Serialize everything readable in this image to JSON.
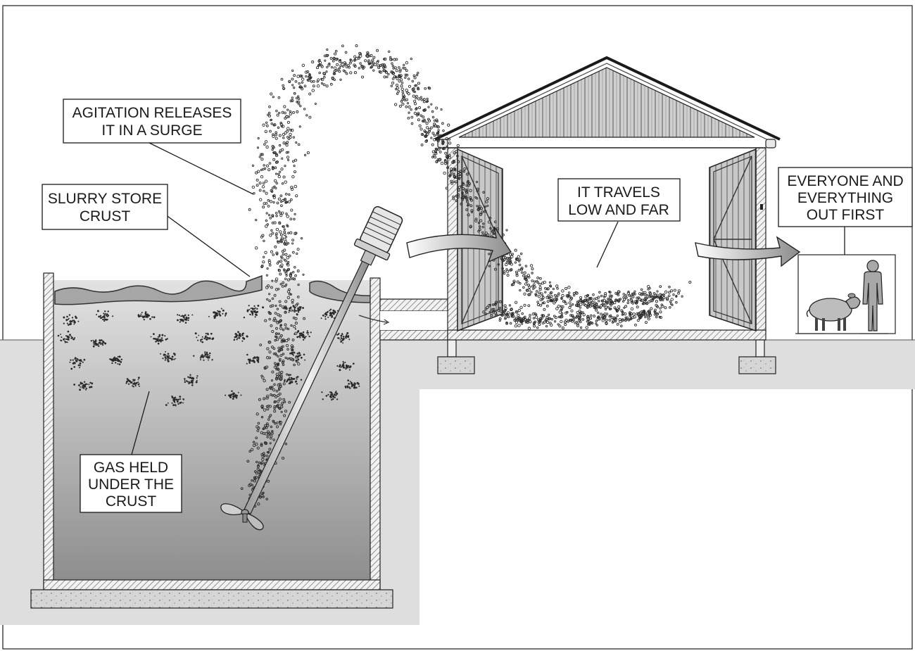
{
  "labels": {
    "agitation": {
      "line1": "AGITATION RELEASES",
      "line2": "IT IN A SURGE"
    },
    "crust": {
      "line1": "SLURRY STORE",
      "line2": "CRUST"
    },
    "gas_held": {
      "line1": "GAS HELD",
      "line2": "UNDER THE",
      "line3": "CRUST"
    },
    "travels": {
      "line1": "IT TRAVELS",
      "line2": "LOW AND FAR"
    },
    "everyone": {
      "line1": "EVERYONE AND",
      "line2": "EVERYTHING",
      "line3": "OUT FIRST"
    }
  },
  "colors": {
    "ink": "#1a1a1a",
    "ground": "#d9d9d9",
    "slurry_top": "#d0d0d0",
    "slurry_bottom": "#8a8a8a",
    "crust": "#9a9a9a",
    "dots": "#2a2a2a"
  },
  "icons": [
    "motor-icon",
    "mixer-propeller-icon",
    "sheep-icon",
    "person-icon",
    "flow-arrow-icon"
  ]
}
